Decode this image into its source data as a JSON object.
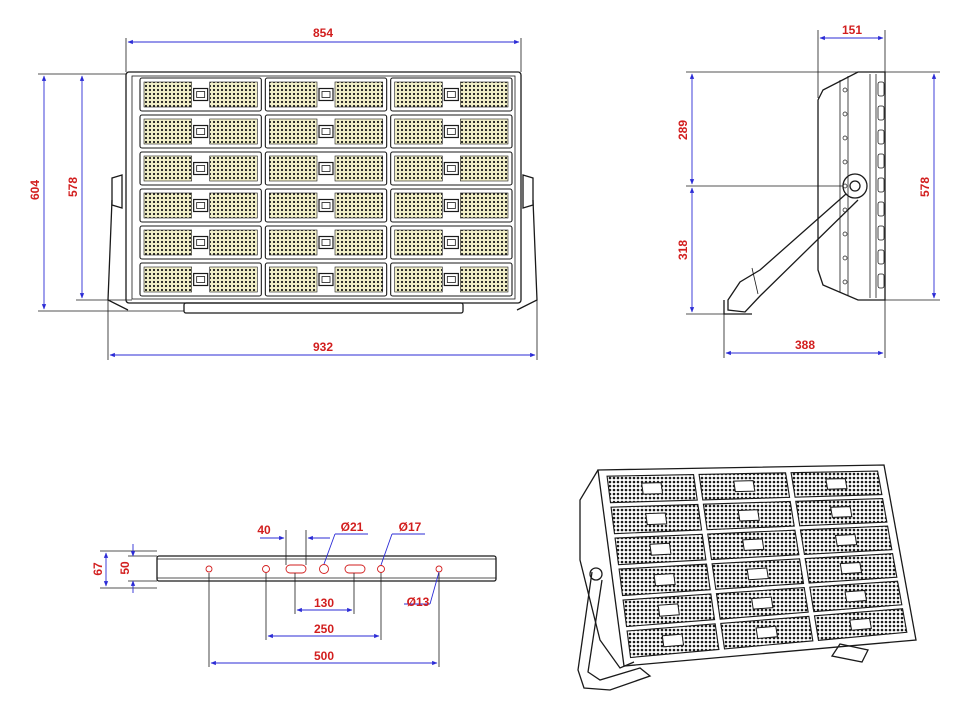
{
  "colors": {
    "dimension_text": "#d21e1e",
    "dimension_line": "#2b2bd6",
    "outline": "#1a1a1a",
    "led_fill": "#f2f0c8"
  },
  "front_view": {
    "width_top": "854",
    "height_outer": "604",
    "height_inner": "578",
    "width_bottom": "932",
    "module_rows": 6,
    "module_cols": 3
  },
  "side_view": {
    "depth_top": "151",
    "upper_height": "289",
    "lower_height": "318",
    "right_height": "578",
    "depth_bottom": "388"
  },
  "bracket_view": {
    "height_outer": "67",
    "height_inner": "50",
    "slot_width": "40",
    "hole_center": "Ø21",
    "hole_mid": "Ø17",
    "hole_end": "Ø13",
    "spacing_130": "130",
    "spacing_250": "250",
    "spacing_500": "500"
  },
  "iso_view": {
    "module_rows": 6,
    "module_cols": 3
  }
}
